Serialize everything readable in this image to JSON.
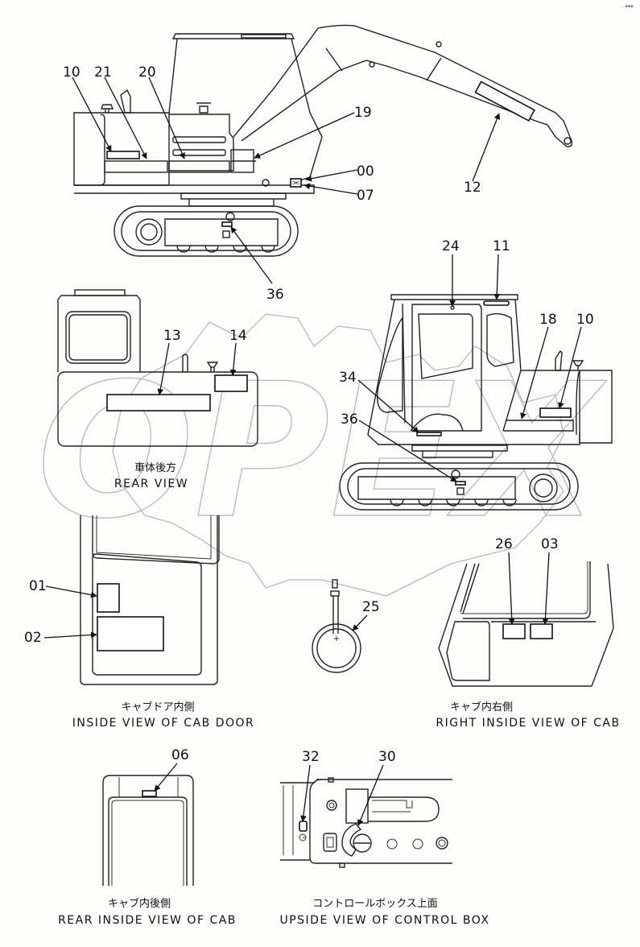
{
  "corner_mark": "… ▪▪▪",
  "watermark": "OPEX",
  "callouts": {
    "side_top_10": "10",
    "side_top_21": "21",
    "side_top_20": "20",
    "side_top_19": "19",
    "side_top_00": "00",
    "side_top_07": "07",
    "side_top_12": "12",
    "side_top_36": "36",
    "rear_13": "13",
    "rear_14": "14",
    "right_24": "24",
    "right_11": "11",
    "right_18": "18",
    "right_10": "10",
    "right_34": "34",
    "right_36": "36",
    "door_01": "01",
    "door_02": "02",
    "gauge_25": "25",
    "cab_right_26": "26",
    "cab_right_03": "03",
    "cab_rear_06": "06",
    "ctrl_32": "32",
    "ctrl_30": "30"
  },
  "captions": {
    "rear_view_jp": "車体後方",
    "rear_view_en": "REAR VIEW",
    "cab_door_jp": "キャブドア内側",
    "cab_door_en": "INSIDE VIEW OF CAB DOOR",
    "cab_right_jp": "キャブ内右側",
    "cab_right_en": "RIGHT INSIDE VIEW OF CAB",
    "cab_rear_jp": "キャブ内後側",
    "cab_rear_en": "REAR INSIDE VIEW OF CAB",
    "control_box_jp": "コントロールボックス上面",
    "control_box_en": "UPSIDE VIEW OF CONTROL BOX"
  }
}
